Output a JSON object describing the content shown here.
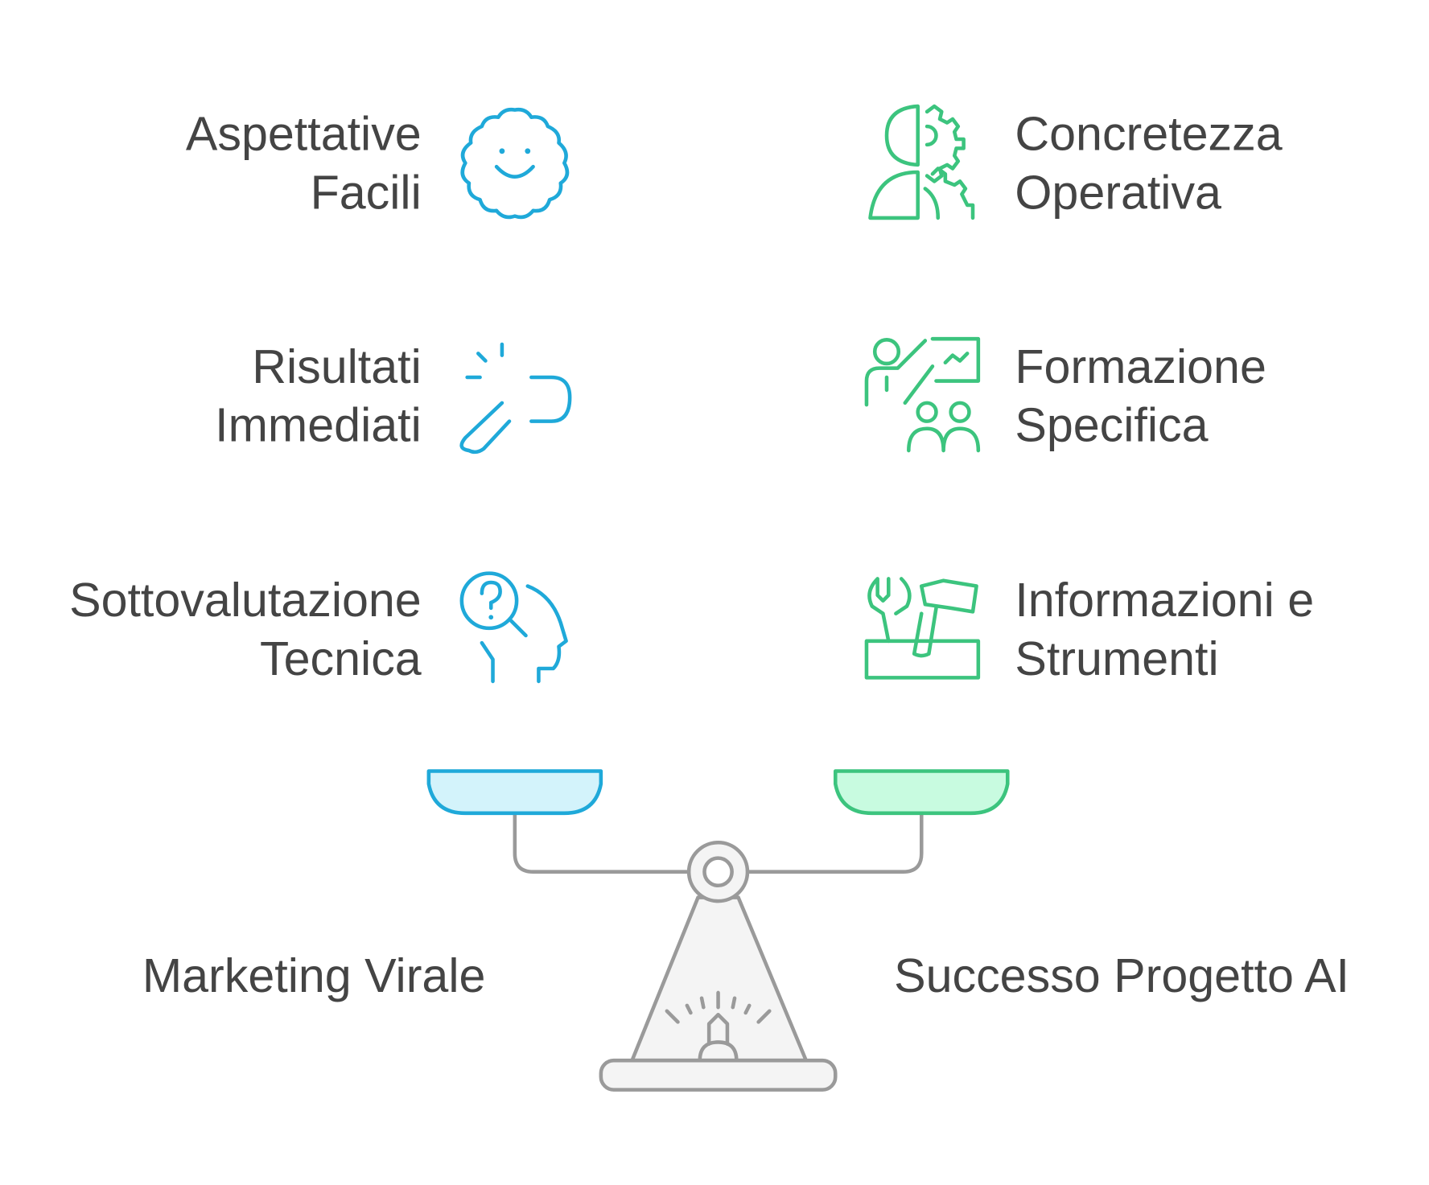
{
  "left": {
    "items": [
      {
        "line1": "Aspettative",
        "line2": "Facili",
        "icon": "smiling-face-icon"
      },
      {
        "line1": "Risultati",
        "line2": "Immediati",
        "icon": "broken-link-icon"
      },
      {
        "line1": "Sottovalutazione",
        "line2": "Tecnica",
        "icon": "head-question-icon"
      }
    ],
    "summary": "Marketing Virale",
    "color": "#1fa9d9",
    "pan_fill": "#d3f3fb"
  },
  "right": {
    "items": [
      {
        "line1": "Concretezza",
        "line2": "Operativa",
        "icon": "head-gear-icon"
      },
      {
        "line1": "Formazione",
        "line2": "Specifica",
        "icon": "teacher-board-icon"
      },
      {
        "line1": "Informazioni e",
        "line2": "Strumenti",
        "icon": "toolbox-icon"
      }
    ],
    "summary": "Successo Progetto AI",
    "color": "#3cc47e",
    "pan_fill": "#c8fbe0"
  }
}
